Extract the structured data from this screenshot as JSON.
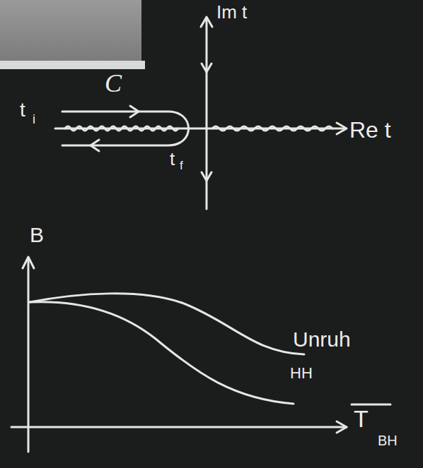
{
  "diagram": {
    "labels": [
      "Im t",
      "C",
      "t",
      "i",
      "t",
      "f",
      "Re t",
      "B",
      "Unruh",
      "HH",
      "T",
      "BH"
    ]
  }
}
